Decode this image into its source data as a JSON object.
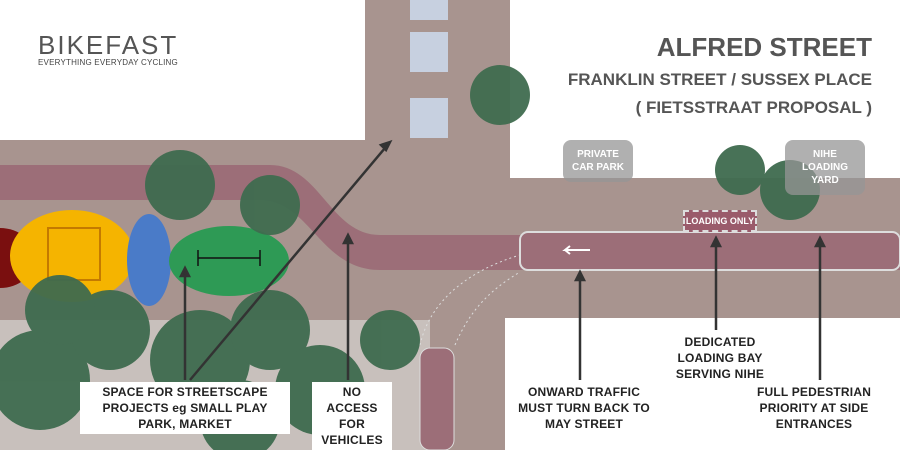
{
  "logo": {
    "name": "BIKEFAST",
    "tagline": "EVERYTHING EVERYDAY CYCLING"
  },
  "title": {
    "line1": "ALFRED STREET",
    "line2": "FRANKLIN STREET / SUSSEX PLACE",
    "line3": "( FIETSSTRAAT PROPOSAL )"
  },
  "places": {
    "private_car_park": "PRIVATE CAR PARK",
    "nihe_yard": "NIHE LOADING YARD",
    "loading_only": "LOADING ONLY"
  },
  "annotations": [
    {
      "text": "SPACE FOR STREETSCAPE PROJECTS eg SMALL PLAY PARK, MARKET"
    },
    {
      "text": "NO ACCESS FOR VEHICLES"
    },
    {
      "text": "ONWARD TRAFFIC MUST TURN BACK TO MAY STREET"
    },
    {
      "text": "DEDICATED LOADING BAY SERVING NIHE"
    },
    {
      "text": "FULL PEDESTRIAN PRIORITY AT SIDE ENTRANCES"
    }
  ],
  "colors": {
    "road": "#a8948f",
    "cycle_lane": "#9c6e78",
    "tree": "#3f6b4f",
    "yellow": "#f5b400",
    "blue": "#4a7bc8",
    "green": "#2e9a55"
  }
}
